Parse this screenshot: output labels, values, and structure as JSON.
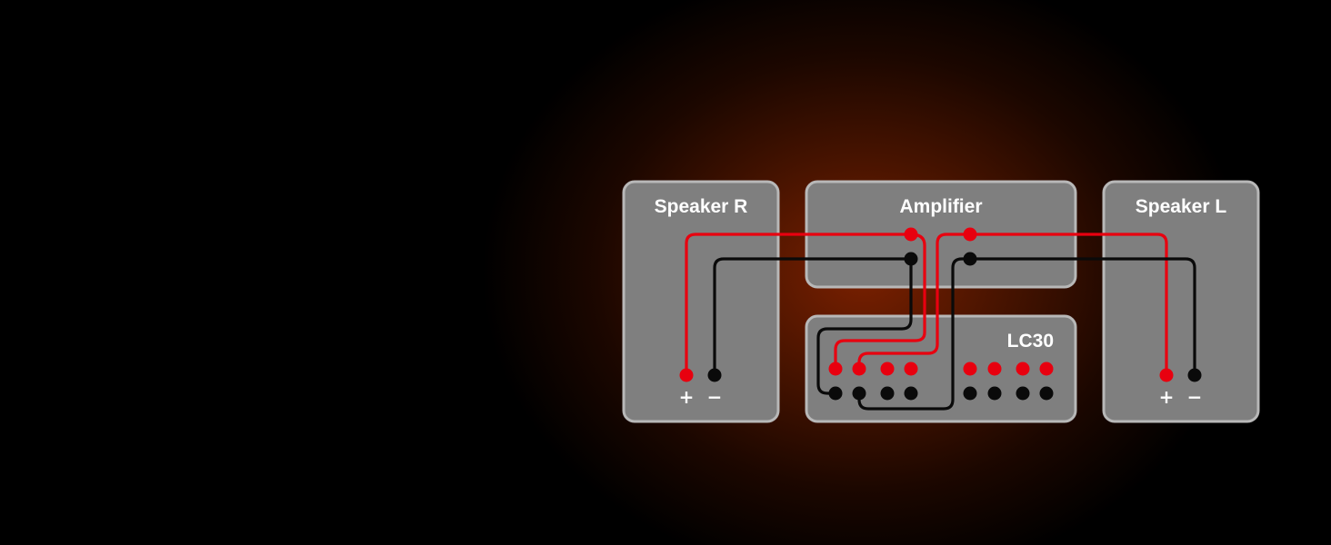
{
  "diagram": {
    "title_speaker_r": "Speaker R",
    "title_amplifier": "Amplifier",
    "title_speaker_l": "Speaker L",
    "title_lc30": "LC30",
    "plus": "+",
    "minus": "−",
    "colors": {
      "positive": "#e8000f",
      "negative": "#0a0a0a",
      "box": "#7f7f7f",
      "border": "#b8b8b8"
    }
  }
}
